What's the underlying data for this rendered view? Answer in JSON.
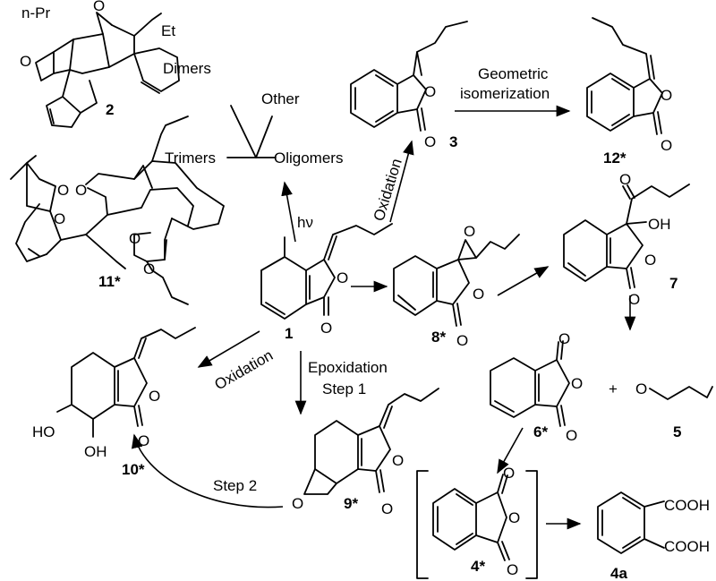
{
  "labels": {
    "c1": "1",
    "c2": "2",
    "c3": "3",
    "c4": "4*",
    "c4a": "4a",
    "c5": "5",
    "c6": "6*",
    "c7": "7",
    "c8": "8*",
    "c9": "9*",
    "c10": "10*",
    "c11": "11*",
    "c12": "12*"
  },
  "text": {
    "dimers": "Dimers",
    "other": "Other",
    "trimers": "Trimers",
    "oligomers": "Oligomers",
    "geometric": "Geometric",
    "isomerization": "isomerization",
    "oxidation_up": "Oxidation",
    "oxidation_left": "Oxidation",
    "epoxidation": "Epoxidation",
    "step1": "Step 1",
    "step2": "Step 2",
    "hv": "hν",
    "plus": "+"
  },
  "atoms": {
    "npr": "n-Pr",
    "et": "Et",
    "O": "O",
    "OH": "OH",
    "HO": "HO",
    "COOH": "COOH"
  }
}
